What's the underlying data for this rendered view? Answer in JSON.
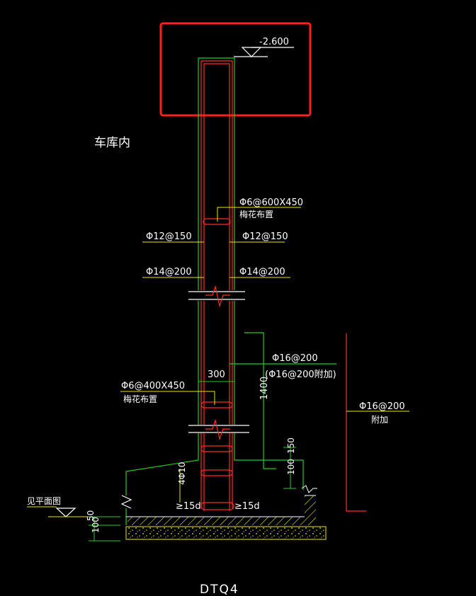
{
  "elevation": "-2.600",
  "location_note": "车库内",
  "rebar": {
    "tie_top": "Φ6@600X450",
    "tie_top_note": "梅花布置",
    "horiz_left": "Φ12@150",
    "horiz_right": "Φ12@150",
    "vert_left": "Φ14@200",
    "vert_right": "Φ14@200",
    "base_bar": "Φ16@200",
    "base_bar_added": "(Φ16@200附加)",
    "tie_bottom": "Φ6@400X450",
    "tie_bottom_note": "梅花布置",
    "right_bar": "Φ16@200",
    "right_bar_note": "附加",
    "stirrup": "4Φ10",
    "anchor_left": "≥15d",
    "anchor_right": "≥15d"
  },
  "dims": {
    "wall_width": "300",
    "height_1400": "1400",
    "d150": "150",
    "d100": "100",
    "d50": "50",
    "d100_bottom": "100"
  },
  "notes": {
    "see_plan": "见平面图"
  },
  "drawing_title": "DTQ4",
  "colors": {
    "background": "#000000",
    "concrete_outline": "#22cc22",
    "rebar": "#ff2a2a",
    "leader": "#e8e800",
    "highlight_box": "#ff2020",
    "text": "#ffffff"
  }
}
